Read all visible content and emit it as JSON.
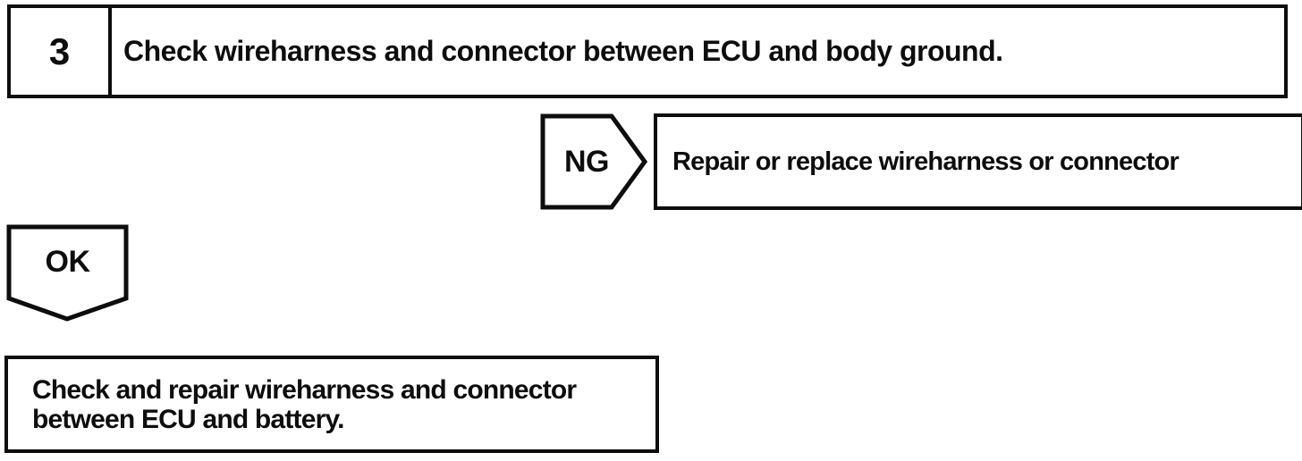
{
  "colors": {
    "ink": "#0d0d0d",
    "paper": "#ffffff"
  },
  "flowchart": {
    "step": {
      "number": "3",
      "instruction": "Check wireharness and connector between ECU and body ground."
    },
    "ng_branch": {
      "label": "NG",
      "action": "Repair or replace wireharness or connector"
    },
    "ok_branch": {
      "label": "OK"
    },
    "result": {
      "lines": [
        "Check and repair wireharness and connector",
        "between ECU and battery."
      ]
    }
  }
}
